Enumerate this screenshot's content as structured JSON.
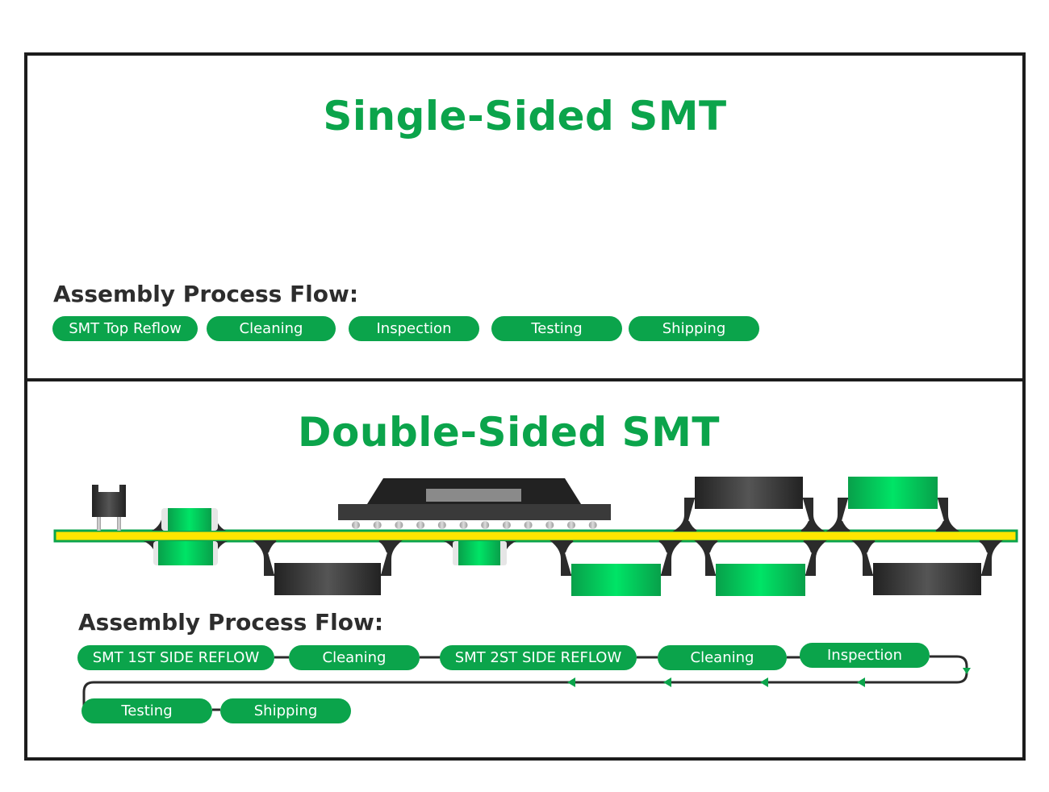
{
  "single": {
    "title": "Single-Sided SMT",
    "flow_label": "Assembly Process Flow:",
    "steps": [
      "SMT Top Reflow",
      "Cleaning",
      "Inspection",
      "Testing",
      "Shipping"
    ]
  },
  "double": {
    "title": "Double-Sided SMT",
    "flow_label": "Assembly Process Flow:",
    "steps": [
      "SMT 1ST SIDE REFLOW",
      "Cleaning",
      "SMT 2ST SIDE REFLOW",
      "Cleaning",
      "Inspection",
      "Testing",
      "Shipping"
    ]
  },
  "colors": {
    "green": "#0ba44b",
    "bright_green": "#00e060",
    "board_yellow": "#ffe600",
    "dark": "#2b2b2b"
  }
}
